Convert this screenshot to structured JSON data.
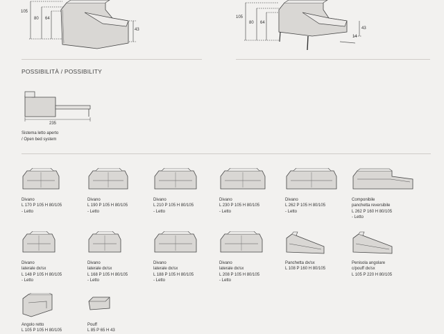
{
  "top_left": {
    "dims": [
      "105",
      "80",
      "64",
      "43"
    ]
  },
  "top_right": {
    "dims": [
      "105",
      "80",
      "64",
      "43",
      "14"
    ]
  },
  "section": {
    "title": "POSSIBILITÀ / POSSIBILITY",
    "bed_length": "235",
    "caption": [
      "Sistema letto aperto",
      "/ Open bed system"
    ]
  },
  "products": [
    {
      "lines": [
        "Divano",
        "L 170 P 105 H 80/105",
        "- Letto"
      ]
    },
    {
      "lines": [
        "Divano",
        "L 190 P 105 H 80/105",
        "- Letto"
      ]
    },
    {
      "lines": [
        "Divano",
        "L 210 P 105 H 80/105",
        "- Letto"
      ]
    },
    {
      "lines": [
        "Divano",
        "L 230 P 105 H 80/105",
        "- Letto"
      ]
    },
    {
      "lines": [
        "Divano",
        "L 262 P 105 H 80/105",
        "- Letto"
      ]
    },
    {
      "lines": [
        "Componibile",
        "panchetta reversibile",
        "L 262 P 160 H 80/105",
        "- Letto"
      ]
    },
    {
      "lines": [
        "Divano",
        "laterale dx/sx",
        "L 148 P 105 H 80/105",
        "- Letto"
      ]
    },
    {
      "lines": [
        "Divano",
        "laterale dx/sx",
        "L 168 P 105 H 80/105",
        "- Letto"
      ]
    },
    {
      "lines": [
        "Divano",
        "laterale dx/sx",
        "L 188 P 105 H 80/105",
        "- Letto"
      ]
    },
    {
      "lines": [
        "Divano",
        "laterale dx/sx",
        "L 208 P 105 H 80/105",
        "- Letto"
      ]
    },
    {
      "lines": [
        "Panchetta dx/sx",
        "L 108 P 160 H 80/105"
      ]
    },
    {
      "lines": [
        "Penisola angolare",
        "c/pouff dx/sx",
        "L 105 P 220 H 80/105"
      ]
    },
    {
      "lines": [
        "Angolo retto",
        "L 105 P 105 H 80/105"
      ]
    },
    {
      "lines": [
        "Pouff",
        "L 85 P 65 H 43"
      ]
    }
  ]
}
